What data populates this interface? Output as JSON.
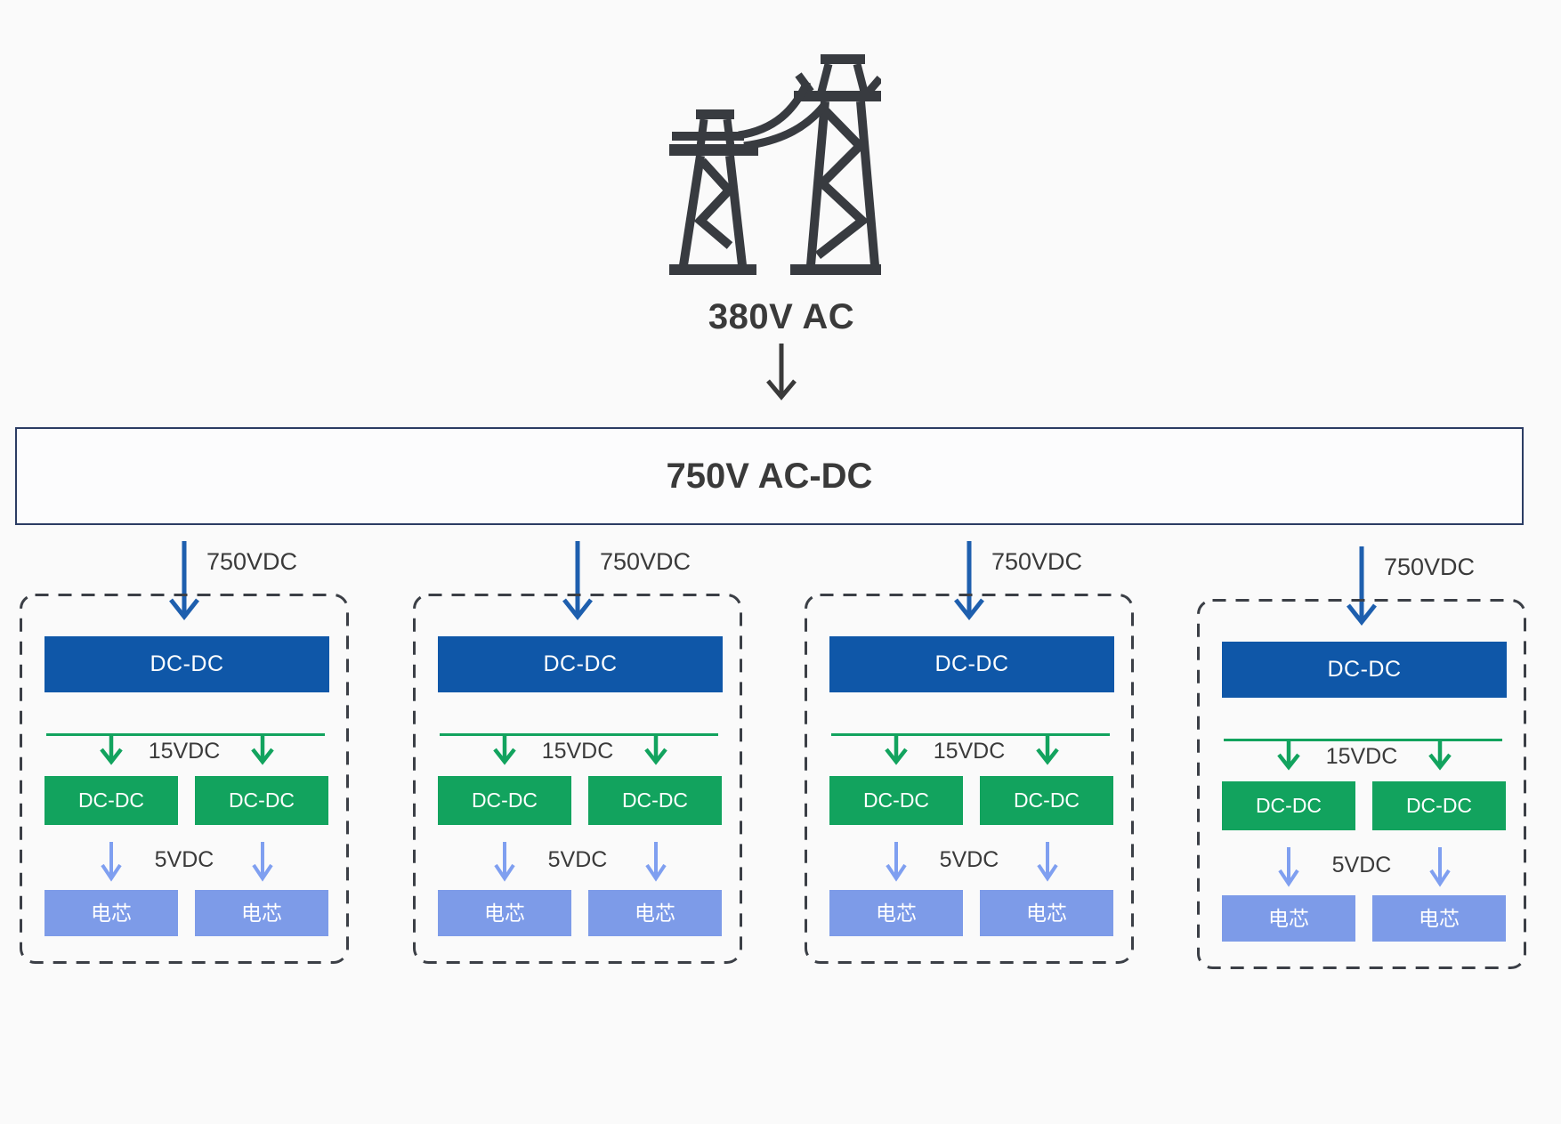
{
  "colors": {
    "background": "#fafafa",
    "text": "#3a3a3a",
    "icon": "#383b40",
    "acdc_border": "#2b3c63",
    "acdc_fill": "#fcfcfd",
    "primary_blue": "#0f57a8",
    "blue_arrow": "#1e5fae",
    "green": "#12a35e",
    "cell_blue": "#7d9be8",
    "cell_arrow": "#7f9ff0",
    "dash": "#3b3f46",
    "box_text": "#ffffff"
  },
  "grid_source": {
    "icon": "transmission-tower-icon",
    "label": "380V AC"
  },
  "rectifier": {
    "label": "750V AC-DC"
  },
  "branches": [
    {
      "input_label": "750VDC",
      "stage1_label": "DC-DC",
      "bus_label": "15VDC",
      "stage2_left_label": "DC-DC",
      "stage2_right_label": "DC-DC",
      "output_label": "5VDC",
      "cell_left_label": "电芯",
      "cell_right_label": "电芯"
    },
    {
      "input_label": "750VDC",
      "stage1_label": "DC-DC",
      "bus_label": "15VDC",
      "stage2_left_label": "DC-DC",
      "stage2_right_label": "DC-DC",
      "output_label": "5VDC",
      "cell_left_label": "电芯",
      "cell_right_label": "电芯"
    },
    {
      "input_label": "750VDC",
      "stage1_label": "DC-DC",
      "bus_label": "15VDC",
      "stage2_left_label": "DC-DC",
      "stage2_right_label": "DC-DC",
      "output_label": "5VDC",
      "cell_left_label": "电芯",
      "cell_right_label": "电芯"
    },
    {
      "input_label": "750VDC",
      "stage1_label": "DC-DC",
      "bus_label": "15VDC",
      "stage2_left_label": "DC-DC",
      "stage2_right_label": "DC-DC",
      "output_label": "5VDC",
      "cell_left_label": "电芯",
      "cell_right_label": "电芯"
    }
  ]
}
